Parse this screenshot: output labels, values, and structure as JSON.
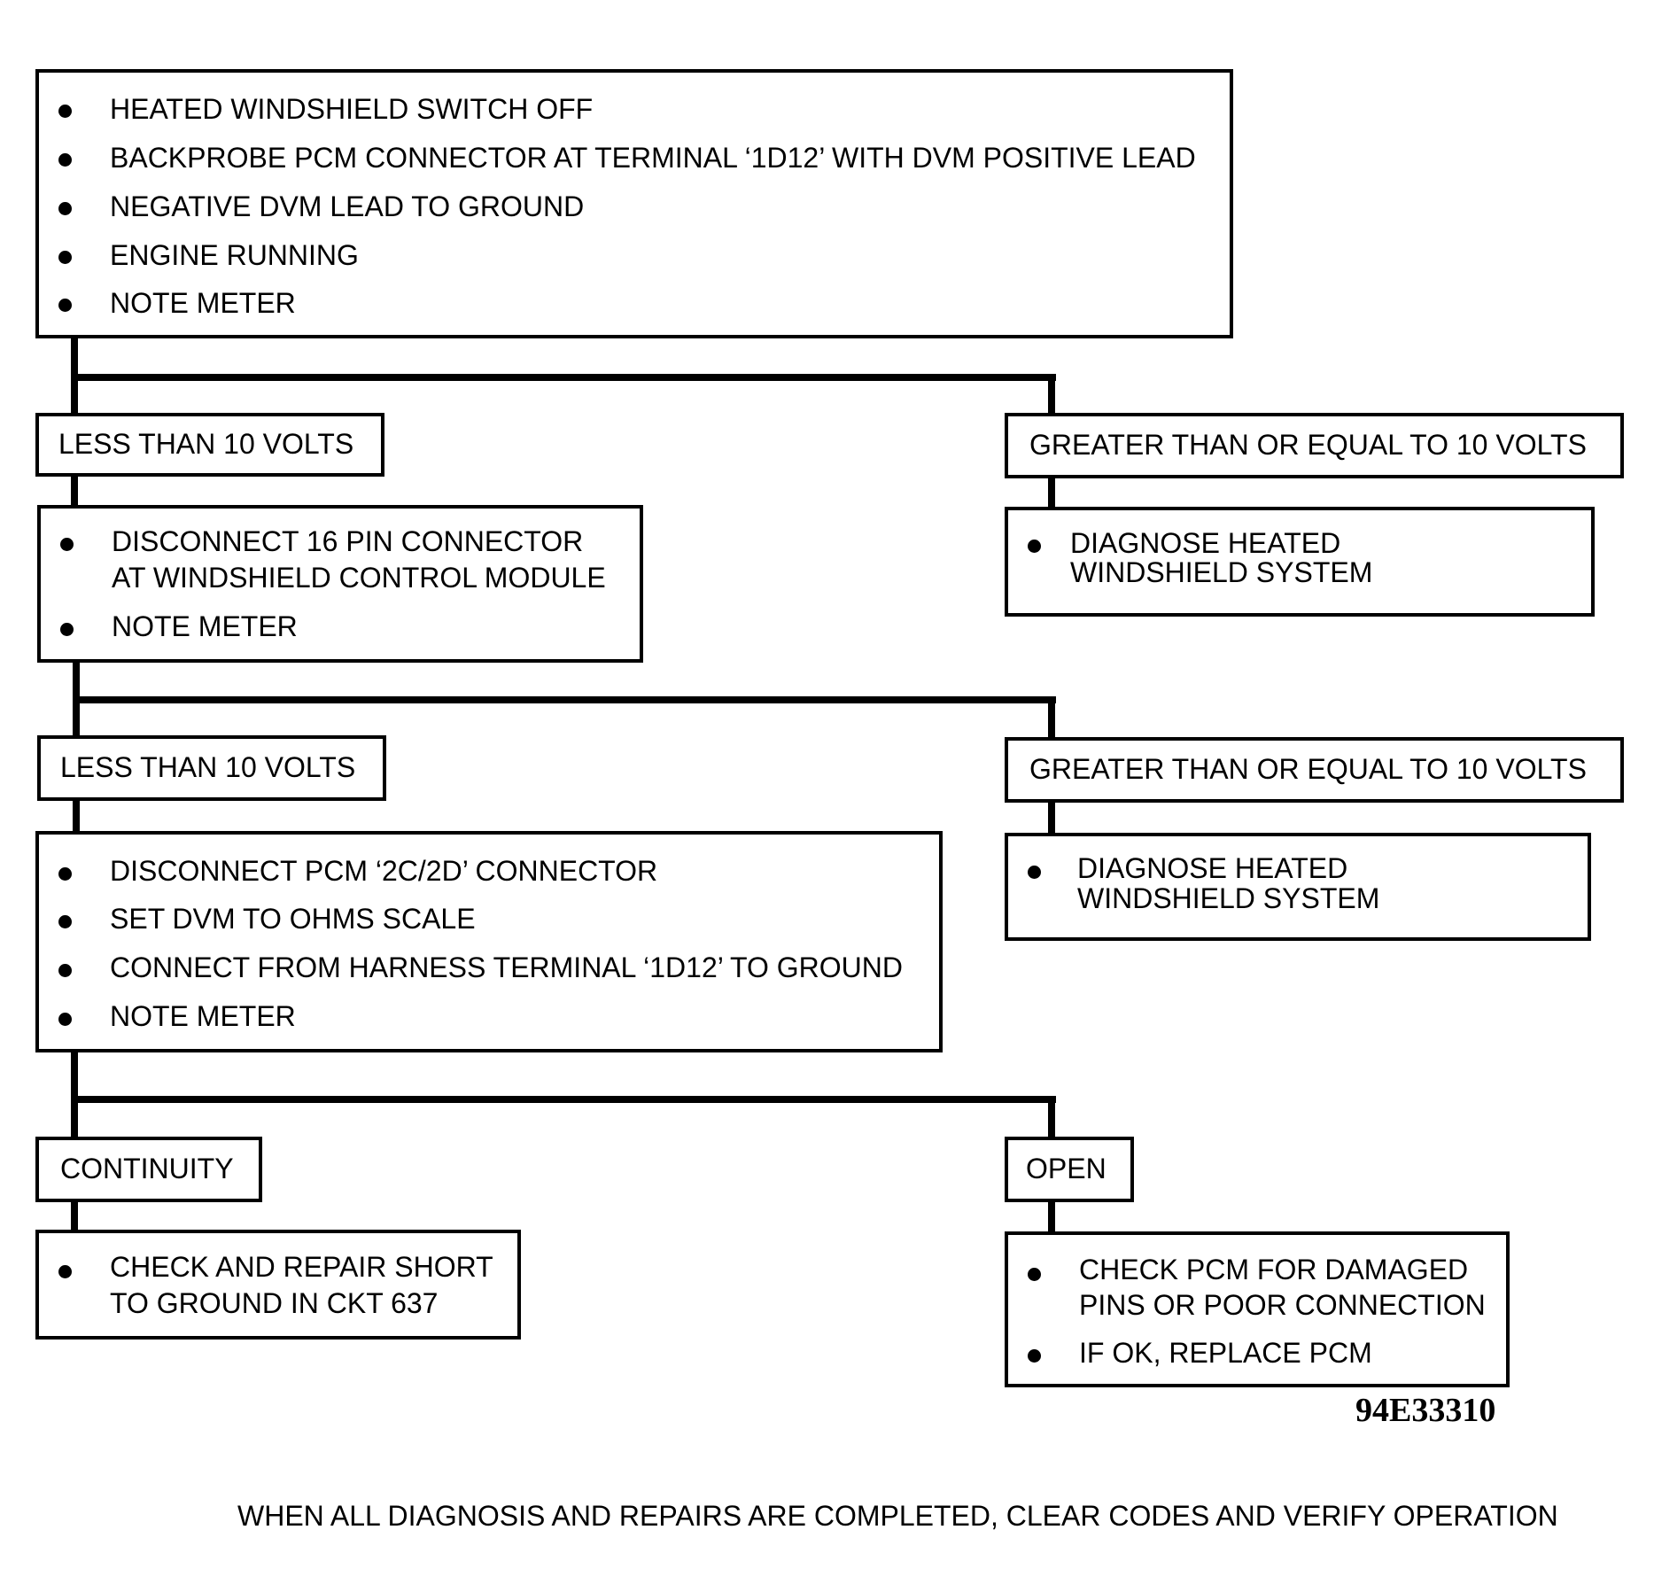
{
  "step1": {
    "bullets": [
      "HEATED WINDSHIELD SWITCH OFF",
      "BACKPROBE PCM CONNECTOR AT TERMINAL ‘1D12’ WITH DVM POSITIVE LEAD",
      "NEGATIVE DVM LEAD TO  GROUND",
      "ENGINE RUNNING",
      "NOTE  METER"
    ]
  },
  "branch1": {
    "left_label": "LESS THAN 10 VOLTS",
    "right_label": "GREATER THAN OR EQUAL TO 10 VOLTS",
    "right_action": [
      "DIAGNOSE HEATED",
      "WINDSHIELD SYSTEM"
    ]
  },
  "step2": {
    "bullet1": [
      "DISCONNECT 16 PIN CONNECTOR",
      "AT WINDSHIELD CONTROL MODULE"
    ],
    "bullet2": "NOTE  METER"
  },
  "branch2": {
    "left_label": "LESS THAN 10 VOLTS",
    "right_label": "GREATER THAN OR EQUAL TO 10 VOLTS",
    "right_action": [
      "DIAGNOSE HEATED",
      "WINDSHIELD SYSTEM"
    ]
  },
  "step3": {
    "bullets": [
      "DISCONNECT PCM ‘2C/2D’ CONNECTOR",
      "SET DVM TO OHMS SCALE",
      "CONNECT FROM HARNESS TERMINAL ‘1D12’ TO GROUND",
      "NOTE  METER"
    ]
  },
  "branch3": {
    "left_label": "CONTINUITY",
    "right_label": "OPEN",
    "left_action": [
      "CHECK AND REPAIR SHORT",
      "TO GROUND IN CKT 637"
    ],
    "right_action": {
      "bullet1": [
        "CHECK PCM FOR DAMAGED",
        "PINS OR POOR CONNECTION"
      ],
      "bullet2": "IF OK, REPLACE PCM"
    }
  },
  "figure_id": "94E33310",
  "footer": "WHEN ALL DIAGNOSIS AND REPAIRS ARE COMPLETED, CLEAR CODES AND VERIFY OPERATION"
}
